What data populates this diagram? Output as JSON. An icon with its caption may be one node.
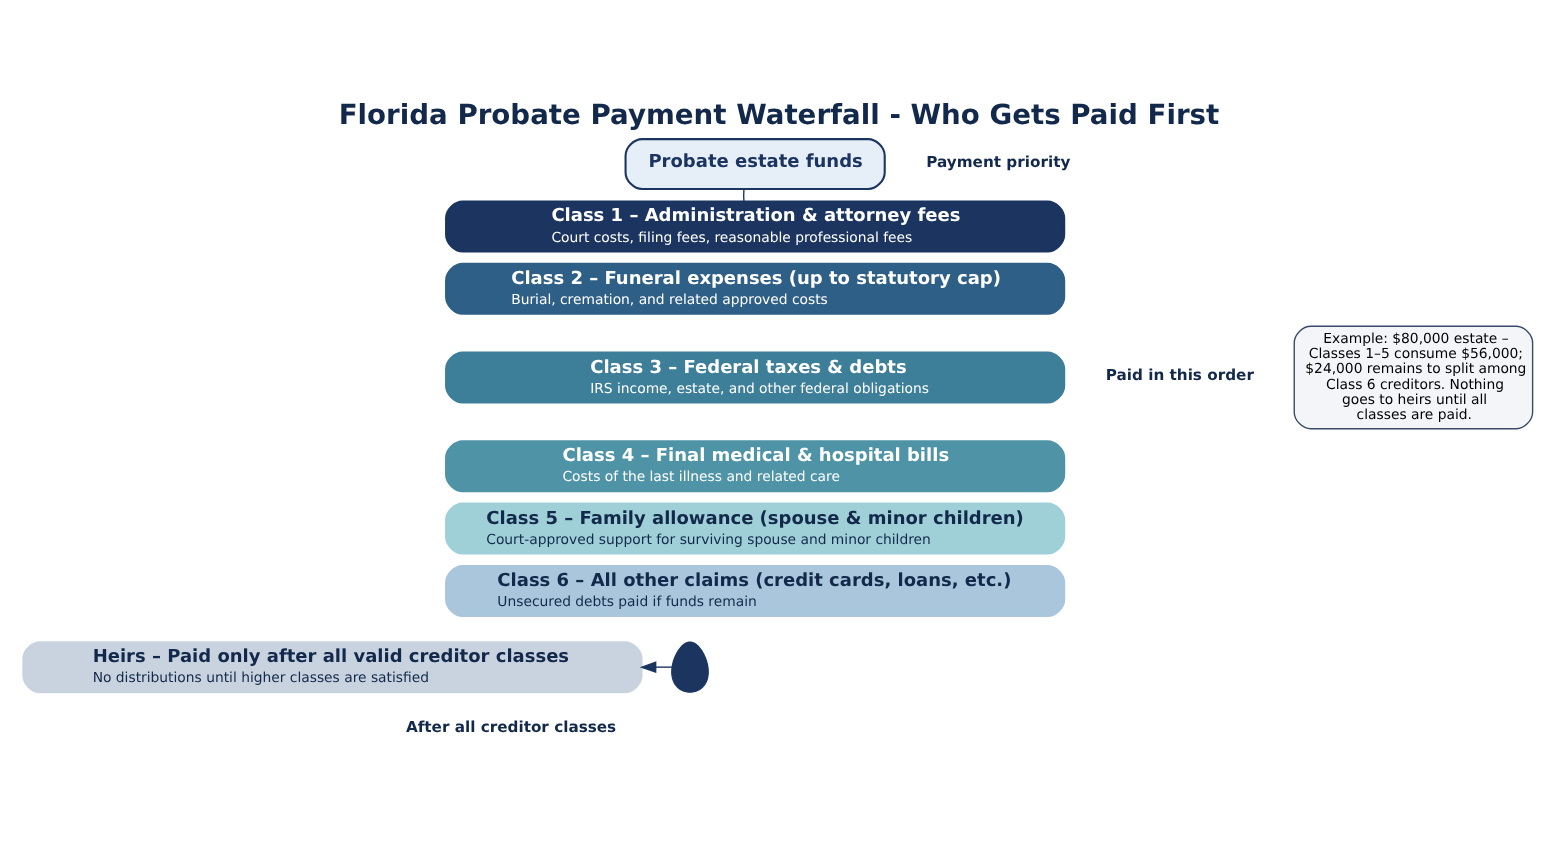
{
  "diagram": {
    "title": "Florida Probate Payment Waterfall - Who Gets Paid First",
    "nodes": [
      {
        "text": [
          "Probate estate funds"
        ]
      },
      {
        "text": [
          "Class 1 – Administration & attorney fees",
          "Court costs, filing fees, reasonable professional fees"
        ]
      },
      {
        "text": [
          "Class 2 – Funeral expenses (up to statutory cap)",
          "Burial, cremation, and related approved costs"
        ]
      },
      {
        "text": [
          "Class 3 – Federal taxes & debts",
          "IRS income, estate, and other federal obligations"
        ]
      },
      {
        "text": [
          "Class 4 – Final medical & hospital bills",
          "Costs of the last illness and related care"
        ]
      },
      {
        "text": [
          "Class 5 – Family allowance (spouse & minor children)",
          "Court-approved support for surviving spouse and minor children"
        ]
      },
      {
        "text": [
          "Class 6 – All other claims (credit cards, loans, etc.)",
          "Unsecured debts paid if funds remain"
        ]
      },
      {
        "text": [],
        "shape": "person"
      },
      {
        "text": [
          "Heirs – Paid only after all valid creditor classes",
          "No distributions until higher classes are satisfied"
        ]
      }
    ],
    "edges": [
      {
        "from": 0,
        "to": 1,
        "arrow": "none"
      },
      {
        "from": 7,
        "to": 8,
        "arrow": "to"
      }
    ],
    "labels": [
      "Payment priority",
      "Paid in this order",
      "Example: $80,000 estate – Classes 1–5 consume $56,000; $24,000 remains to split among Class 6 creditors. Nothing goes to heirs until all classes are paid.",
      "After all creditor classes"
    ]
  }
}
